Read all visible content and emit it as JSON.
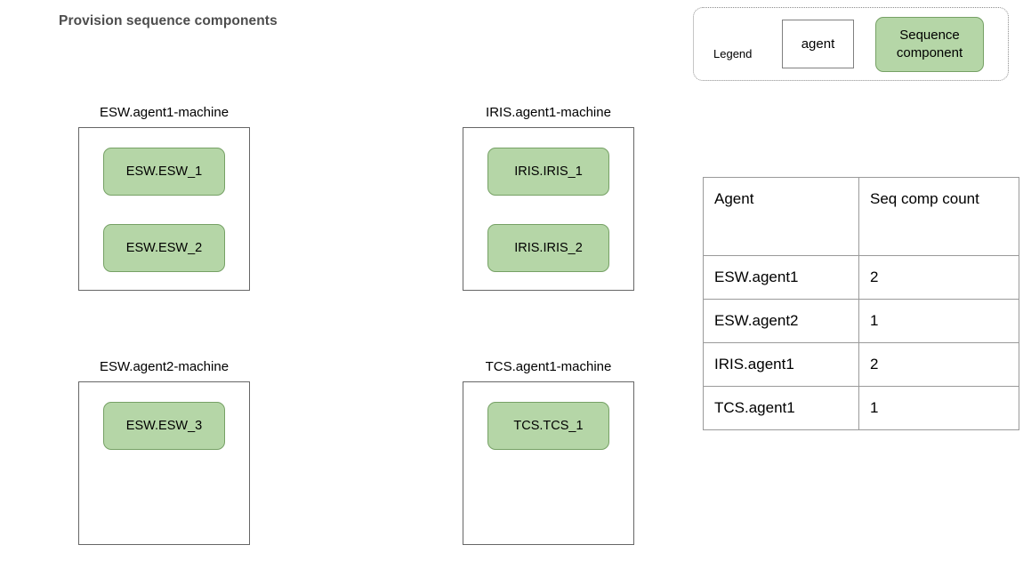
{
  "page": {
    "title": "Provision sequence components",
    "background": "#ffffff",
    "accent_green_fill": "#b5d6a7",
    "accent_green_border": "#76a165",
    "box_border": "#666666",
    "title_color": "#4d4d4d"
  },
  "legend": {
    "label": "Legend",
    "agent_swatch_label": "agent",
    "sequence_swatch_label": "Sequence component"
  },
  "machines": [
    {
      "label": "ESW.agent1-machine",
      "components": [
        "ESW.ESW_1",
        "ESW.ESW_2"
      ]
    },
    {
      "label": "IRIS.agent1-machine",
      "components": [
        "IRIS.IRIS_1",
        "IRIS.IRIS_2"
      ]
    },
    {
      "label": "ESW.agent2-machine",
      "components": [
        "ESW.ESW_3"
      ]
    },
    {
      "label": "TCS.agent1-machine",
      "components": [
        "TCS.TCS_1"
      ]
    }
  ],
  "summary_table": {
    "headers": [
      "Agent",
      "Seq comp count"
    ],
    "rows": [
      {
        "agent": "ESW.agent1",
        "count": "2"
      },
      {
        "agent": "ESW.agent2",
        "count": "1"
      },
      {
        "agent": "IRIS.agent1",
        "count": "2"
      },
      {
        "agent": "TCS.agent1",
        "count": "1"
      }
    ]
  }
}
